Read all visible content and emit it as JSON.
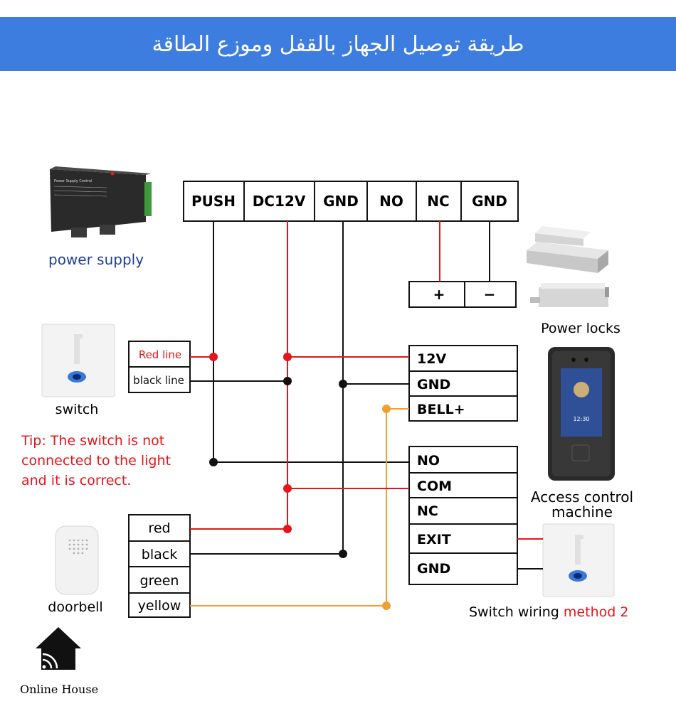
{
  "banner": {
    "title": "طريقة توصيل الجهاز بالقفل وموزع الطاقة"
  },
  "power_supply": {
    "panel_title": "Power Supply Control",
    "caption": "power supply"
  },
  "psu_terminals": [
    "PUSH",
    "DC12V",
    "GND",
    "NO",
    "NC",
    "GND"
  ],
  "lock": {
    "plus": "+",
    "minus": "−",
    "caption": "Power locks"
  },
  "switch": {
    "red_label": "Red line",
    "black_label": "black line",
    "caption": "switch"
  },
  "tip": {
    "line1": "Tip: The switch is not",
    "line2": "connected to the light",
    "line3": "and it is correct."
  },
  "terminal_block_a": [
    "12V",
    "GND",
    "BELL+"
  ],
  "terminal_block_b": [
    "NO",
    "COM",
    "NC",
    "EXIT",
    "GND"
  ],
  "device": {
    "caption1": "Access control",
    "caption2": "machine",
    "screen_time": "12:30"
  },
  "doorbell": {
    "wires": [
      "red",
      "black",
      "green",
      "yellow"
    ],
    "caption": "doorbell"
  },
  "exit_switch": {
    "caption_prefix": "Switch wiring ",
    "caption_method": "method 2"
  },
  "brand": {
    "name": "Online House"
  },
  "colors": {
    "banner": "#3e7de0",
    "red_wire": "#e8141b",
    "black_wire": "#111111",
    "orange_wire": "#f0a030",
    "tip_text": "#e8141b"
  }
}
